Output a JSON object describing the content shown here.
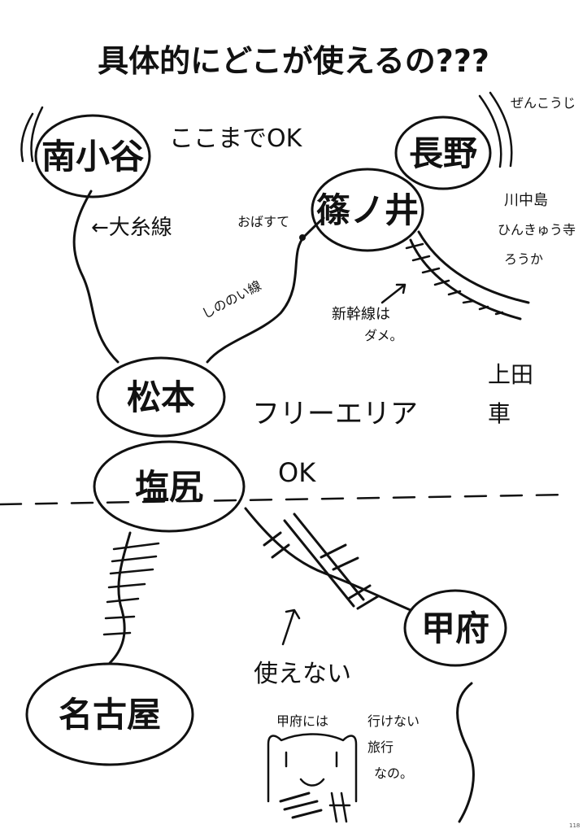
{
  "title": "具体的にどこが使えるの???",
  "stations": {
    "minami_otari": "南小谷",
    "nagano": "長野",
    "shinonoi": "篠ノ井",
    "matsumoto": "松本",
    "shiojiri": "塩尻",
    "kofu": "甲府",
    "nagoya": "名古屋"
  },
  "notes": {
    "koko_made_ok": "ここまでOK",
    "oito_line": "←大糸線",
    "obasute": "おばすて",
    "shinonoi_line": "しののい線",
    "zenkoji": "ぜんこうじ",
    "kawanakajima_1": "川中島",
    "kawanakajima_2": "ひんきゅう寺",
    "kawanakajima_3": "ろうか",
    "shinkansen_1": "新幹線は",
    "shinkansen_2": "ダメ。",
    "ueda_1": "上田",
    "ueda_2": "車",
    "free_area": "フリーエリア",
    "ok": "OK",
    "tsukaenai": "使えない",
    "kofu_note": "甲府には",
    "ikenai_1": "行けない",
    "ikenai_2": "旅行",
    "ikenai_3": "なの。"
  },
  "page_number": "118"
}
